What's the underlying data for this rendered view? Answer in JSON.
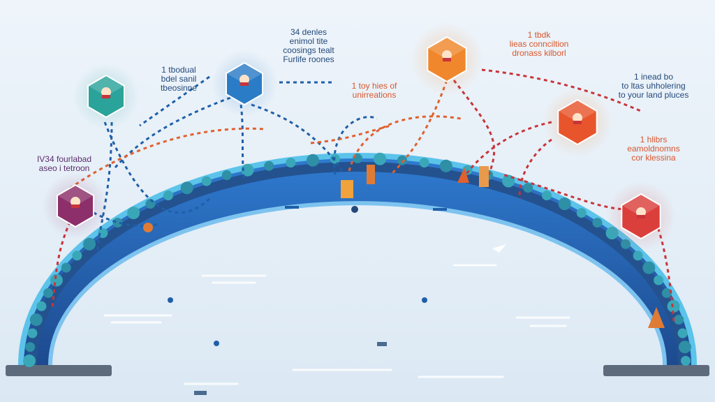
{
  "labels": {
    "teal_node": "1 tbodual\nbdel sanil\ntbeosinne",
    "blue_node": "34 denles\nenimol tite\ncoosings tealt\nFurlife roones",
    "purple_node": "IV34 fourlabad\naseo i tetroon",
    "center_note": "1 toy hies of\nunirreations",
    "orange_node": "1 tbdk\nlieas connciltion\ndronass kilborl",
    "right_node_1": "1 inead bo\nto ltas uhholering\nto your land pluces",
    "right_node_2": "1 hlibrs\neamoldnomns\ncor klessina"
  },
  "nodes": [
    {
      "id": "teal",
      "color": "#2aa39a",
      "icon": "mushroom-icon"
    },
    {
      "id": "blue",
      "color": "#2a7cc6",
      "icon": "boat-icon"
    },
    {
      "id": "purple",
      "color": "#8c2f6a",
      "icon": "tent-icon"
    },
    {
      "id": "orange",
      "color": "#f0872c",
      "icon": "house-icon"
    },
    {
      "id": "orange-red",
      "color": "#e8552c",
      "icon": "tree-icon"
    },
    {
      "id": "red",
      "color": "#db3f3c",
      "icon": "campfire-icon"
    }
  ],
  "colors": {
    "arch_dark": "#1f4f97",
    "arch_mid": "#2f7bd0",
    "arch_light": "#5fb3e8",
    "dash_blue": "#1f5fa8",
    "dash_orange": "#e0602e",
    "dash_red": "#c8343a"
  }
}
